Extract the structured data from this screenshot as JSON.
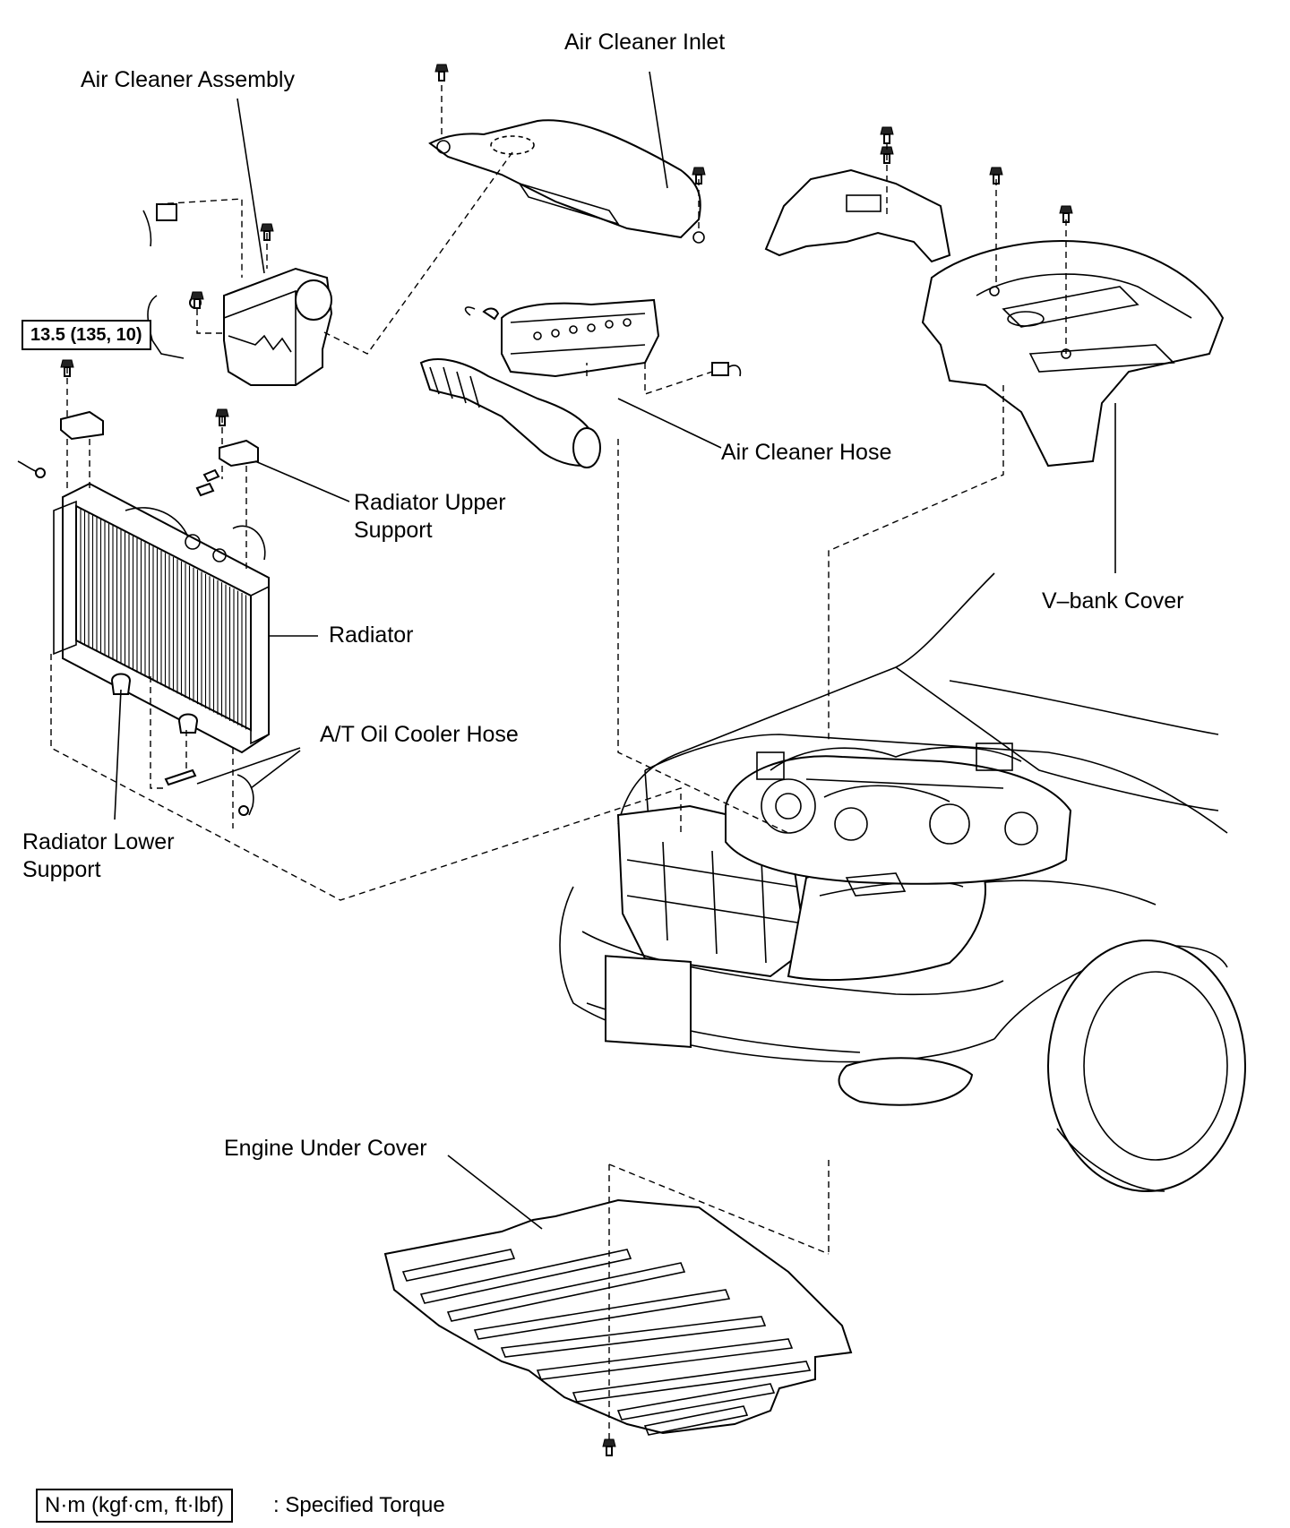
{
  "labels": {
    "air_cleaner_inlet": "Air Cleaner Inlet",
    "air_cleaner_assembly": "Air Cleaner Assembly",
    "air_cleaner_hose": "Air Cleaner Hose",
    "radiator_upper_support": "Radiator  Upper Support",
    "radiator": "Radiator",
    "vbank_cover": "V–bank Cover",
    "at_oil_cooler_hose": "A/T Oil Cooler Hose",
    "radiator_lower_support": "Radiator  Lower Support",
    "engine_under_cover": "Engine Under Cover"
  },
  "torque_spec": "13.5 (135, 10)",
  "legend": {
    "unit_box": "N·m (kgf·cm, ft·lbf)",
    "description": ": Specified Torque"
  }
}
